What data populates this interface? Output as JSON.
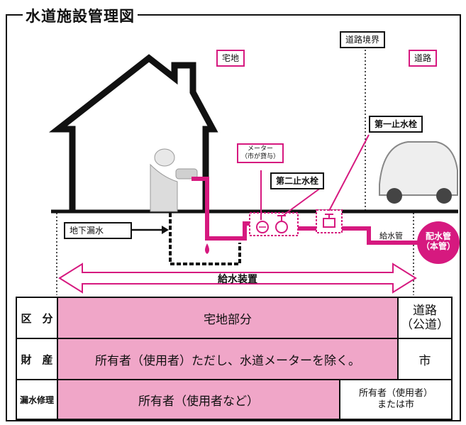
{
  "title": "水道施設管理図",
  "labels": {
    "takuchi": "宅地",
    "doro": "道路",
    "doro_kyokai": "道路境界",
    "daiichi": "第一止水栓",
    "daini": "第二止水栓",
    "meter_line1": "メーター",
    "meter_line2": "（市が貸与）",
    "chika_rosui": "地下漏水",
    "kyusuikan": "給水管",
    "haisuikan_1": "配水管",
    "haisuikan_2": "（本管）",
    "kyusui_sochi": "給水装置"
  },
  "table": {
    "rows": [
      {
        "head": "区　分",
        "cells": [
          "宅地部分",
          "道路\n（公道）"
        ]
      },
      {
        "head": "財　産",
        "cells": [
          "所有者（使用者）ただし、水道メーターを除く。",
          "市"
        ]
      },
      {
        "head": "漏水修理",
        "cells": [
          "所有者（使用者など）",
          "所有者（使用者）\nまたは市"
        ]
      }
    ]
  },
  "colors": {
    "accent": "#d6197f",
    "table_fill": "#f0a6c8",
    "line": "#111111"
  },
  "icons": [
    "house-icon",
    "person-washing-icon",
    "meter-icon",
    "valve-icon",
    "car-icon",
    "water-drop-icon"
  ]
}
